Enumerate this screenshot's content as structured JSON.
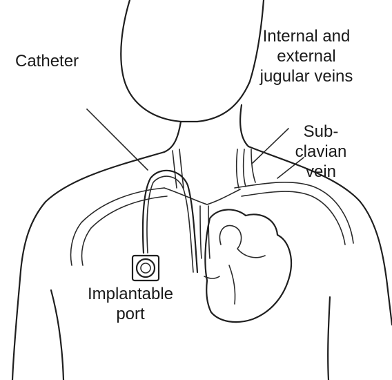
{
  "labels": {
    "catheter": "Catheter",
    "jugular": [
      "Internal and",
      "external",
      "jugular veins"
    ],
    "subclavian": [
      "Sub-",
      "clavian",
      "vein"
    ],
    "port": [
      "Implantable",
      "port"
    ]
  },
  "colors": {
    "ink": "#1f1f1f",
    "background": "#ffffff"
  }
}
